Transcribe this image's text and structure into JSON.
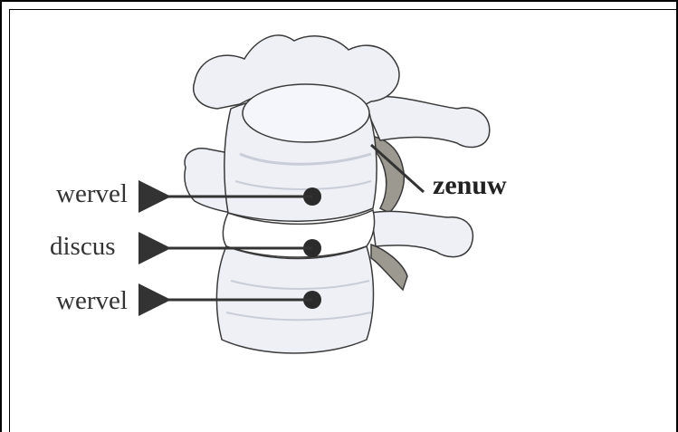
{
  "labels": {
    "wervel_top": "wervel",
    "discus": "discus",
    "wervel_bottom": "wervel",
    "zenuw": "zenuw"
  },
  "colors": {
    "bone_fill": "#eef0f6",
    "bone_shade": "#c9cdd8",
    "bone_outline": "#3a3a3a",
    "nerve": "#9a9a8c",
    "arrow": "#333333"
  }
}
